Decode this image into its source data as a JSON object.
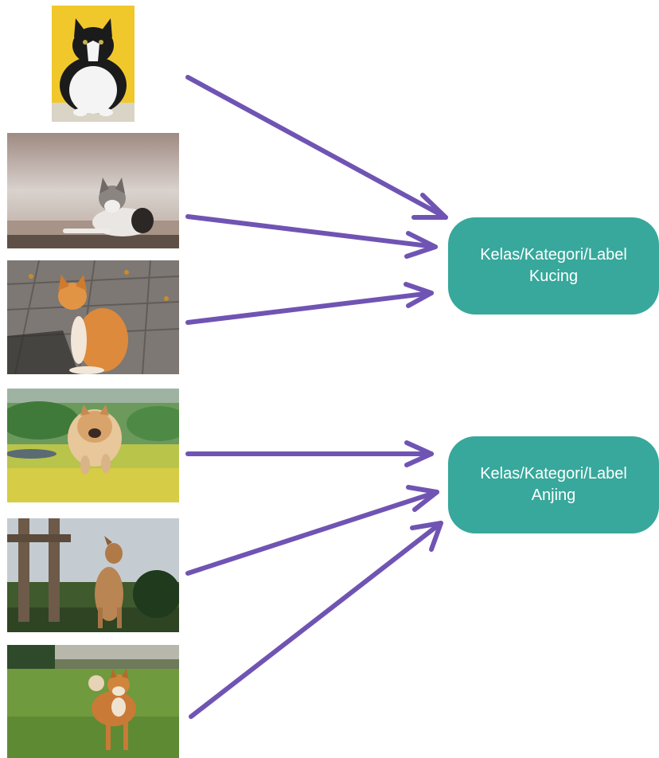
{
  "images": [
    {
      "name": "cat-photo-1",
      "subject": "black-and-white cat on yellow background"
    },
    {
      "name": "cat-photo-2",
      "subject": "grey and white cat lying on floor"
    },
    {
      "name": "cat-photo-3",
      "subject": "orange cat sitting on pavement"
    },
    {
      "name": "dog-photo-1",
      "subject": "pomeranian running on grass"
    },
    {
      "name": "dog-photo-2",
      "subject": "tan dog sitting near fence"
    },
    {
      "name": "dog-photo-3",
      "subject": "shiba inu standing on lawn"
    }
  ],
  "labels": {
    "cat": {
      "line1": "Kelas/Kategori/Label",
      "line2": "Kucing"
    },
    "dog": {
      "line1": "Kelas/Kategori/Label",
      "line2": "Anjing"
    }
  },
  "colors": {
    "arrow": "#7054b3",
    "label_box": "#37a89b",
    "label_text": "#ffffff"
  }
}
